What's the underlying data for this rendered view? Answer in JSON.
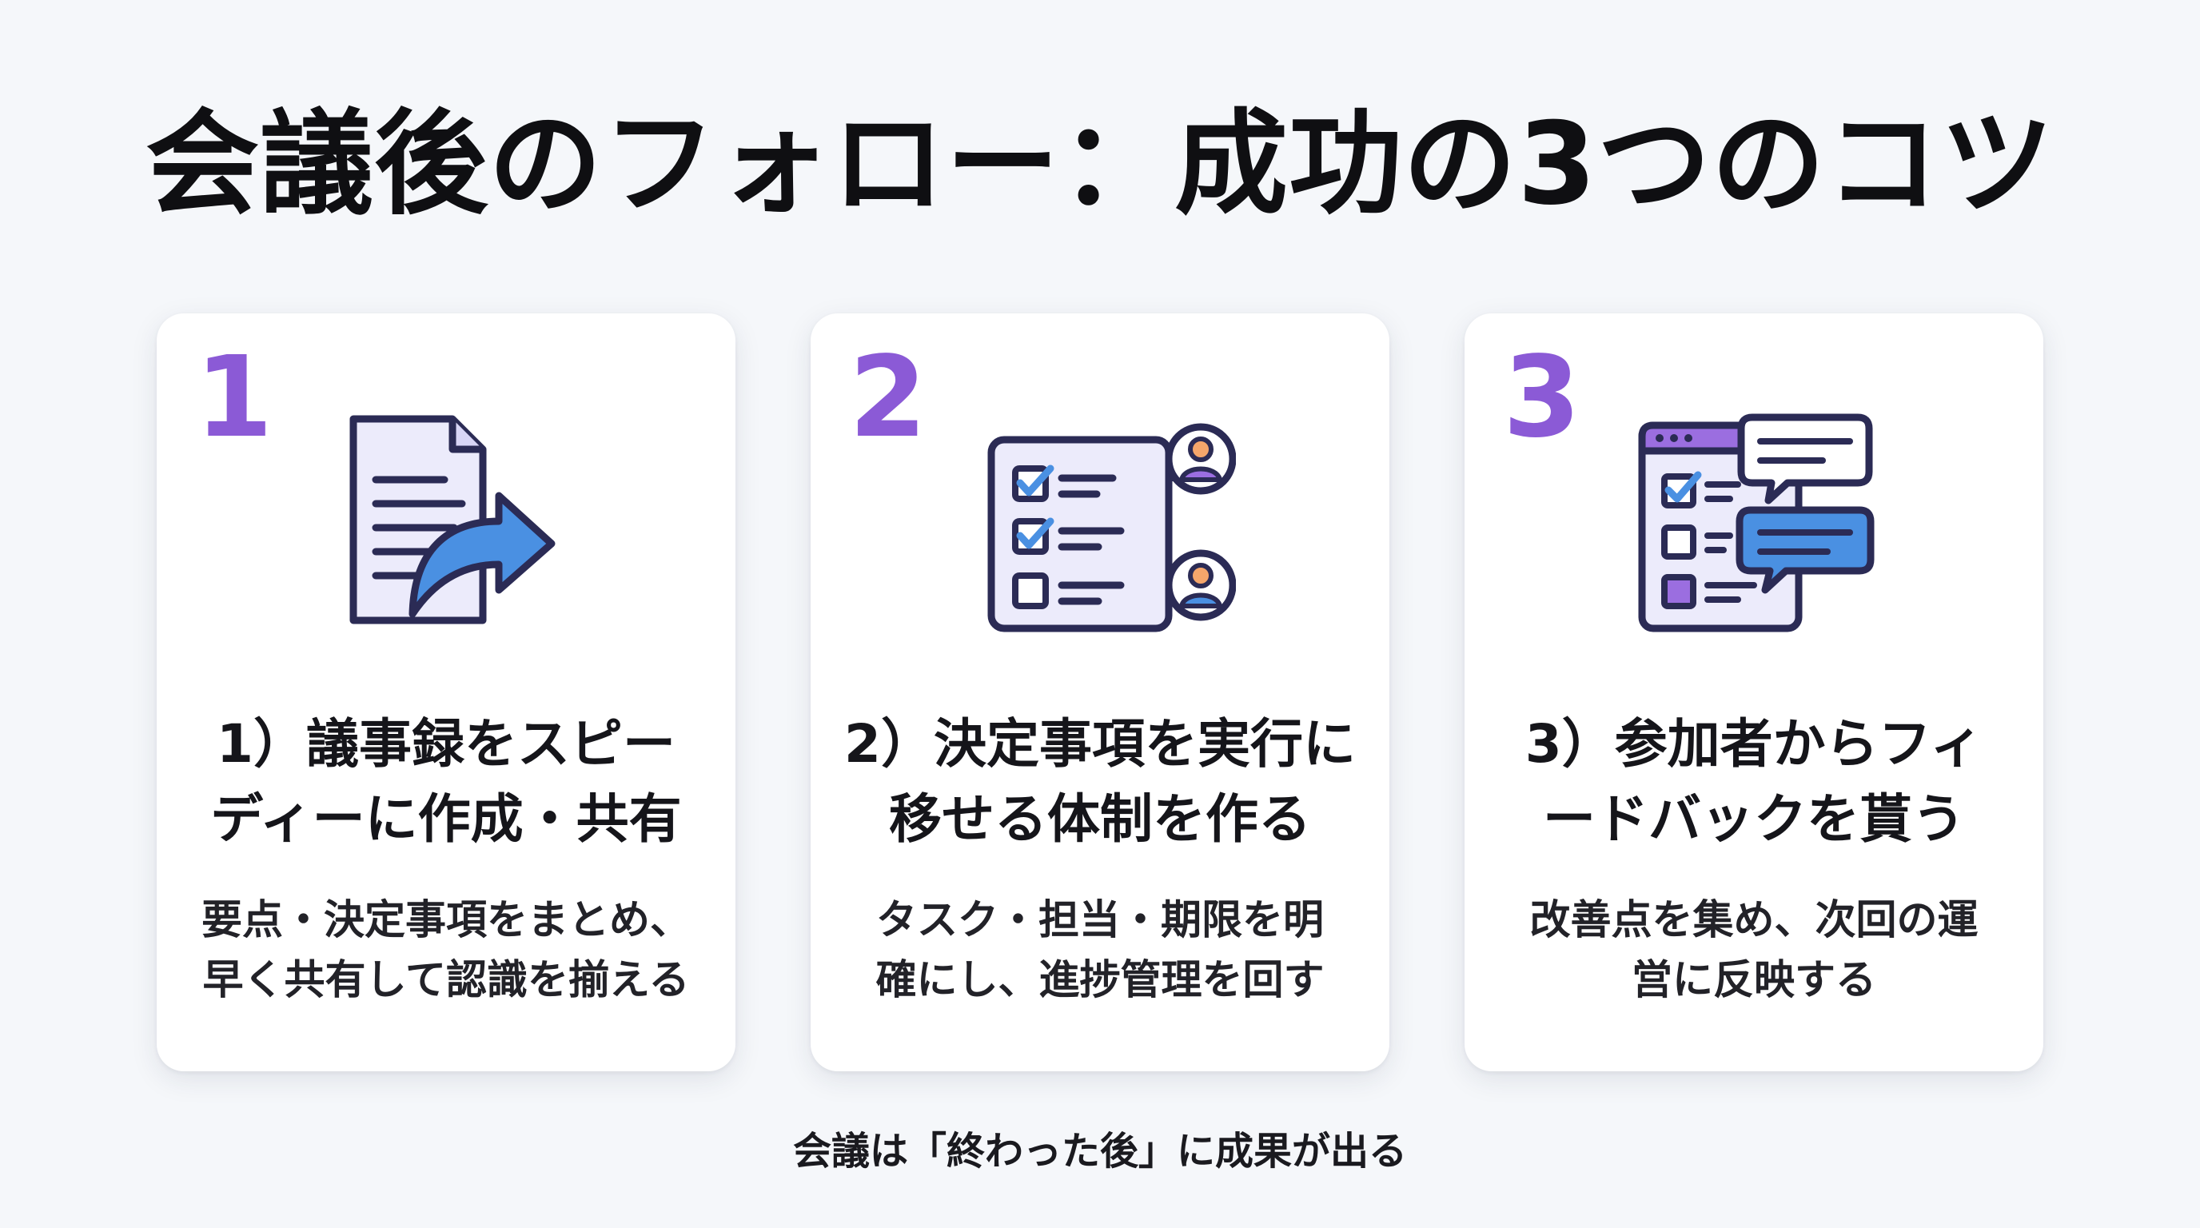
{
  "title": "会議後のフォロー：成功の3つのコツ",
  "cards": [
    {
      "number": "1",
      "heading_line1": "1）議事録をスピー",
      "heading_line2": "ディーに作成・共有",
      "desc_line1": "要点・決定事項をまとめ、",
      "desc_line2": "早く共有して認識を揃える",
      "icon": "document-share-icon"
    },
    {
      "number": "2",
      "heading_line1": "2）決定事項を実行に",
      "heading_line2": "移せる体制を作る",
      "desc_line1": "タスク・担当・期限を明",
      "desc_line2": "確にし、進捗管理を回す",
      "icon": "task-checklist-people-icon"
    },
    {
      "number": "3",
      "heading_line1": "3）参加者からフィ",
      "heading_line2": "ードバックを貰う",
      "desc_line1": "改善点を集め、次回の運",
      "desc_line2": "営に反映する",
      "icon": "feedback-chat-checklist-icon"
    }
  ],
  "footer": "会議は「終わった後」に成果が出る",
  "colors": {
    "background": "#f5f7fa",
    "card": "#ffffff",
    "accent_purple": "#8b5ad6",
    "icon_outline": "#2b2b55",
    "icon_fill": "#ecebfb",
    "icon_blue": "#4a90e2",
    "icon_orange": "#f5a66b"
  }
}
